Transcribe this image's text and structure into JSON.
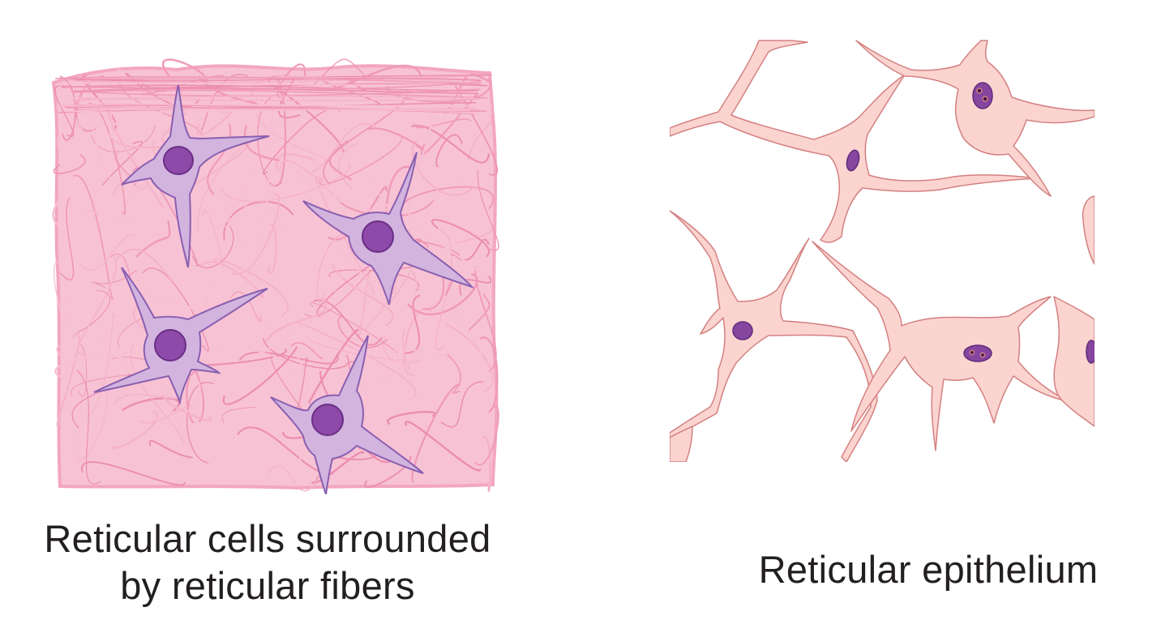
{
  "figure": {
    "left_panel": {
      "caption_line1": "Reticular cells surrounded",
      "caption_line2": "by reticular fibers",
      "colors": {
        "fibers": "#f3a6c0",
        "cell_body": "#d2b4df",
        "cell_outline": "#8a5fb0",
        "nucleus": "#8e4aa8"
      }
    },
    "right_panel": {
      "caption": "Reticular epithelium",
      "colors": {
        "cell": "#fbd4d0",
        "outline": "#d48080",
        "nucleus": "#86459f"
      }
    }
  }
}
